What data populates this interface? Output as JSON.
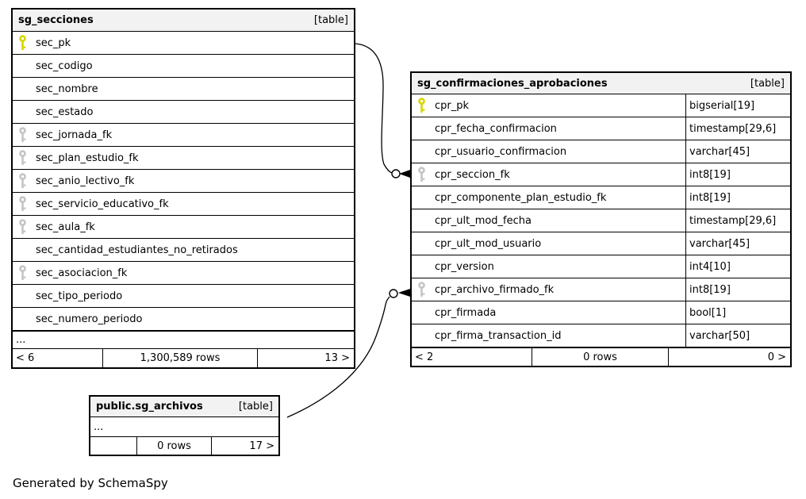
{
  "note": "Generated by SchemaSpy",
  "colors": {
    "primary_key": "#d6d600",
    "foreign_key": "#c4c4c4",
    "header_bg": "#f2f2f2",
    "border": "#000000"
  },
  "tables": {
    "secciones": {
      "title": "sg_secciones",
      "badge": "[table]",
      "rows": [
        {
          "name": "sec_pk",
          "key": "primary"
        },
        {
          "name": "sec_codigo",
          "key": ""
        },
        {
          "name": "sec_nombre",
          "key": ""
        },
        {
          "name": "sec_estado",
          "key": ""
        },
        {
          "name": "sec_jornada_fk",
          "key": "foreign"
        },
        {
          "name": "sec_plan_estudio_fk",
          "key": "foreign"
        },
        {
          "name": "sec_anio_lectivo_fk",
          "key": "foreign"
        },
        {
          "name": "sec_servicio_educativo_fk",
          "key": "foreign"
        },
        {
          "name": "sec_aula_fk",
          "key": "foreign"
        },
        {
          "name": "sec_cantidad_estudiantes_no_retirados",
          "key": ""
        },
        {
          "name": "sec_asociacion_fk",
          "key": "foreign"
        },
        {
          "name": "sec_tipo_periodo",
          "key": ""
        },
        {
          "name": "sec_numero_periodo",
          "key": ""
        }
      ],
      "ellipsis": "...",
      "footer": {
        "left": "< 6",
        "center": "1,300,589 rows",
        "right": "13 >"
      }
    },
    "confirmaciones": {
      "title": "sg_confirmaciones_aprobaciones",
      "badge": "[table]",
      "rows": [
        {
          "name": "cpr_pk",
          "type": "bigserial[19]",
          "key": "primary"
        },
        {
          "name": "cpr_fecha_confirmacion",
          "type": "timestamp[29,6]",
          "key": ""
        },
        {
          "name": "cpr_usuario_confirmacion",
          "type": "varchar[45]",
          "key": ""
        },
        {
          "name": "cpr_seccion_fk",
          "type": "int8[19]",
          "key": "foreign"
        },
        {
          "name": "cpr_componente_plan_estudio_fk",
          "type": "int8[19]",
          "key": ""
        },
        {
          "name": "cpr_ult_mod_fecha",
          "type": "timestamp[29,6]",
          "key": ""
        },
        {
          "name": "cpr_ult_mod_usuario",
          "type": "varchar[45]",
          "key": ""
        },
        {
          "name": "cpr_version",
          "type": "int4[10]",
          "key": ""
        },
        {
          "name": "cpr_archivo_firmado_fk",
          "type": "int8[19]",
          "key": "foreign"
        },
        {
          "name": "cpr_firmada",
          "type": "bool[1]",
          "key": ""
        },
        {
          "name": "cpr_firma_transaction_id",
          "type": "varchar[50]",
          "key": ""
        }
      ],
      "footer": {
        "left": "< 2",
        "center": "0 rows",
        "right": "0 >"
      }
    },
    "archivos": {
      "title": "public.sg_archivos",
      "badge": "[table]",
      "ellipsis": "...",
      "footer": {
        "left": "",
        "center": "0 rows",
        "right": "17 >"
      }
    }
  },
  "relationships": [
    {
      "from": "sg_secciones.sec_pk",
      "to": "sg_confirmaciones_aprobaciones.cpr_seccion_fk"
    },
    {
      "from": "public.sg_archivos",
      "to": "sg_confirmaciones_aprobaciones.cpr_archivo_firmado_fk"
    }
  ]
}
